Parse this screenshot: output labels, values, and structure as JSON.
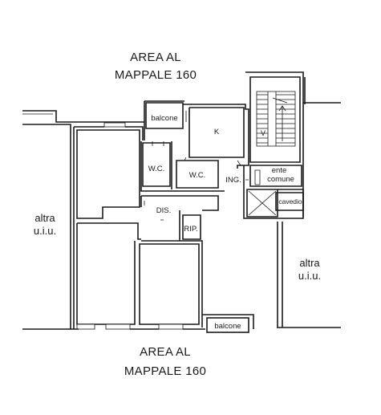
{
  "area_top": {
    "line1": "AREA AL",
    "line2": "MAPPALE 160"
  },
  "area_bottom": {
    "line1": "AREA AL",
    "line2": "MAPPALE 160"
  },
  "other_unit_left": {
    "line1": "altra",
    "line2": "u.i.u."
  },
  "other_unit_right": {
    "line1": "altra",
    "line2": "u.i.u."
  },
  "rooms": {
    "balcony_top": "balcone",
    "kitchen": "K",
    "wc_1": "W.C.",
    "wc_2": "W.C.",
    "entrance": "ING.",
    "common_entity_1": "ente",
    "common_entity_2": "comune",
    "light_well": "cavedio",
    "hallway": "DIS.",
    "storage": "RIP.",
    "balcony_bottom": "balcone"
  },
  "stair_arrow_label": "V"
}
